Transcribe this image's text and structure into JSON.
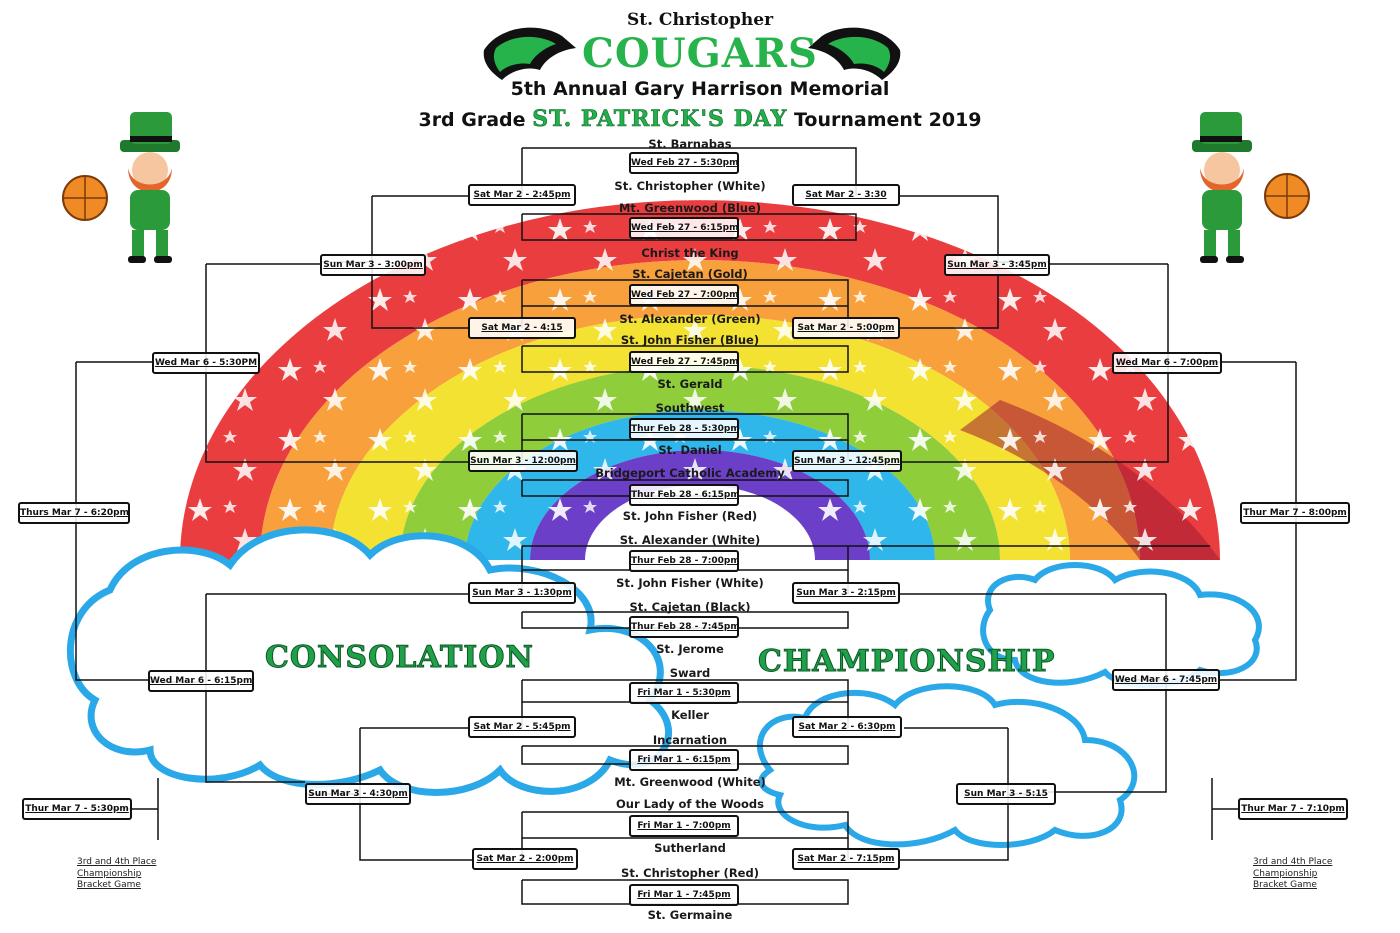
{
  "header": {
    "school": "St. Christopher",
    "mascot": "COUGARS",
    "memorial": "5th Annual Gary Harrison Memorial",
    "grade": "3rd Grade",
    "event": "ST. PATRICK'S DAY",
    "tournament": "Tournament 2019"
  },
  "colors": {
    "brand_green": "#27b34b",
    "cloud_outline": "#2aa8e8",
    "rainbow": [
      "#e8383d",
      "#f7a13a",
      "#f4e22e",
      "#8fcf3a",
      "#2bb5e8",
      "#6a3fc6"
    ]
  },
  "teams": [
    "St. Barnabas",
    "St. Christopher (White)",
    "Mt. Greenwood (Blue)",
    "Christ the King",
    "St. Cajetan (Gold)",
    "St. Alexander (Green)",
    "St. John Fisher (Blue)",
    "St. Gerald",
    "Southwest",
    "St. Daniel",
    "Bridgeport Catholic Academy",
    "St. John Fisher (Red)",
    "St. Alexander (White)",
    "St. John Fisher (White)",
    "St. Cajetan (Black)",
    "St. Jerome",
    "Sward",
    "Keller",
    "Incarnation",
    "Mt. Greenwood (White)",
    "Our Lady of the Woods",
    "Sutherland",
    "St. Christopher (Red)",
    "St. Germaine"
  ],
  "first_round_games": [
    "Wed Feb 27 - 5:30pm",
    "Wed Feb 27 - 6:15pm",
    "Wed Feb 27 - 7:00pm",
    "Wed Feb 27 - 7:45pm",
    "Thur Feb 28 - 5:30pm",
    "Thur Feb 28 - 6:15pm",
    "Thur Feb 28 - 7:00pm",
    "Thur Feb 28 - 7:45pm",
    "Fri Mar 1 - 5:30pm",
    "Fri Mar 1 - 6:15pm",
    "Fri Mar 1 - 7:00pm",
    "Fri Mar 1 - 7:45pm"
  ],
  "consolation": {
    "label": "CONSOLATION",
    "round2": [
      "Sat Mar 2 - 2:45pm",
      "Sat Mar 2 - 4:15",
      "Sun Mar 3 - 12:00pm",
      "Sun Mar 3 - 1:30pm",
      "Sat Mar 2 - 5:45pm",
      "Sat Mar 2 - 2:00pm"
    ],
    "round3": [
      "Sun Mar 3 - 3:00pm",
      "Wed Mar 6 - 6:15pm",
      "Sun Mar 3 - 4:30pm"
    ],
    "round4": [
      "Wed Mar 6 - 5:30PM"
    ],
    "final": "Thurs Mar 7 - 6:20pm",
    "third_place": "Thur Mar 7 - 5:30pm",
    "third_place_note": [
      "3rd and 4th Place",
      "Championship",
      "Bracket Game"
    ]
  },
  "championship": {
    "label": "CHAMPIONSHIP",
    "round2": [
      "Sat Mar 2 - 3:30",
      "Sat Mar 2 - 5:00pm",
      "Sun Mar 3 - 12:45pm",
      "Sun Mar 3 - 2:15pm",
      "Sat Mar 2 - 6:30pm",
      "Sat Mar 2 - 7:15pm"
    ],
    "round3": [
      "Sun Mar 3 - 3:45pm",
      "Wed Mar 6 - 7:45pm",
      "Sun Mar 3 - 5:15"
    ],
    "round4": [
      "Wed Mar 6 - 7:00pm"
    ],
    "final": "Thur Mar 7 - 8:00pm",
    "third_place": "Thur Mar 7 - 7:10pm",
    "third_place_note": [
      "3rd and 4th Place",
      "Championship",
      "Bracket Game"
    ]
  }
}
